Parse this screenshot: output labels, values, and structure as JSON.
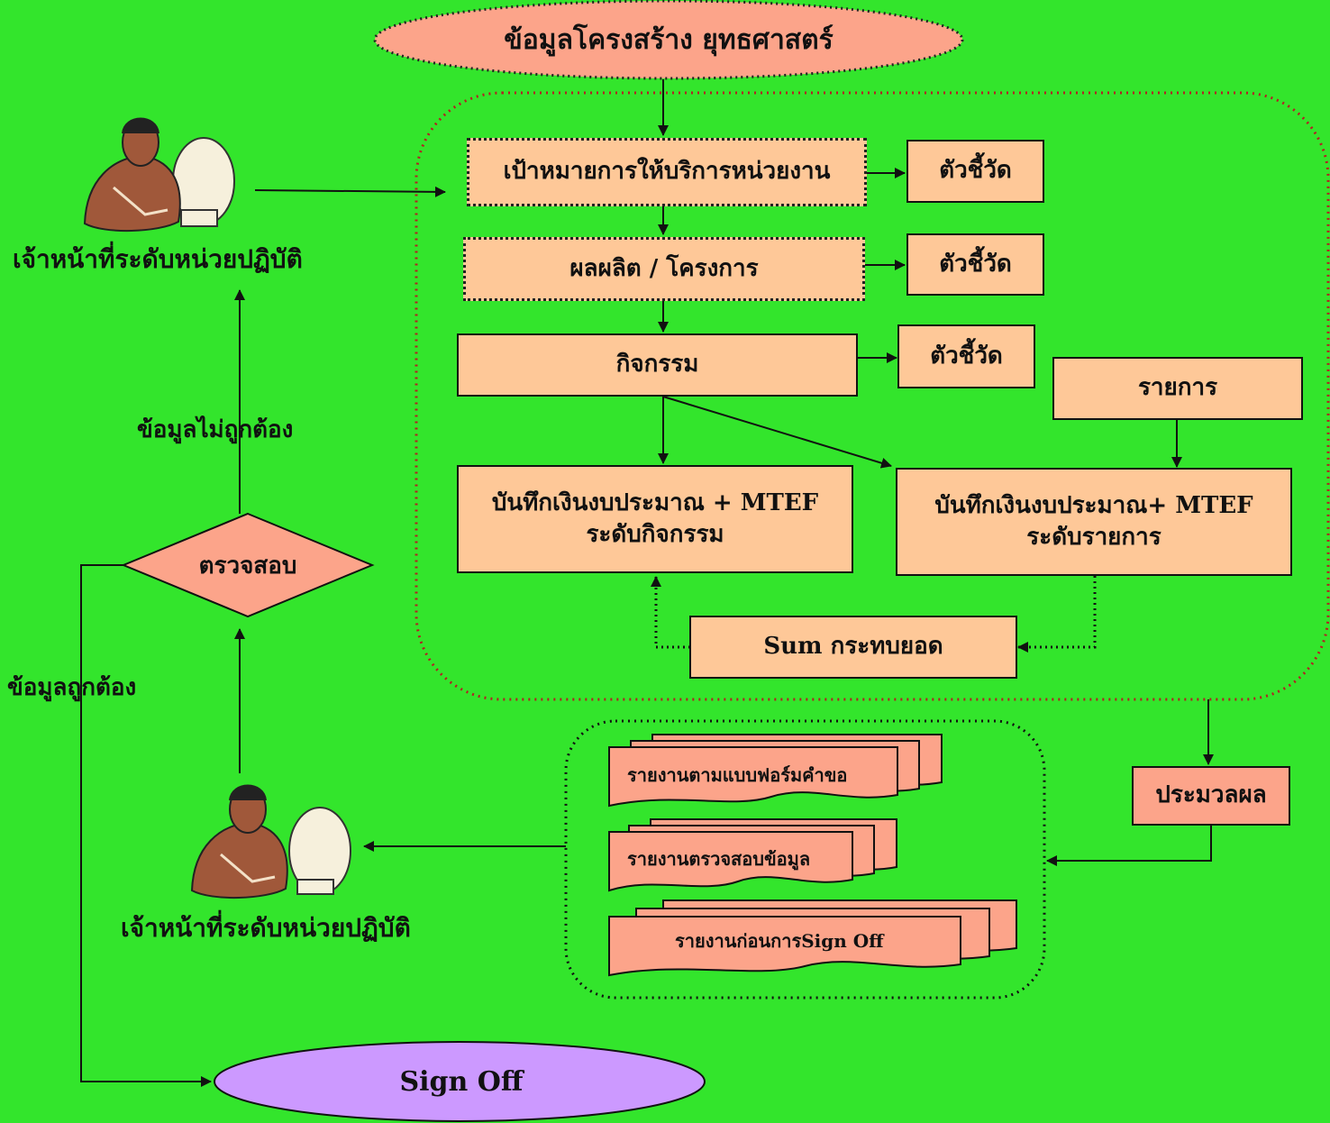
{
  "title": "ข้อมูลโครงสร้าง ยุทธศาสตร์",
  "actors": {
    "top_officer_label": "เจ้าหน้าที่ระดับหน่วยปฏิบัติ",
    "bottom_officer_label": "เจ้าหน้าที่ระดับหน่วยปฏิบัติ"
  },
  "nodes": {
    "service_goal": "เป้าหมายการให้บริการหน่วยงาน",
    "output_project": "ผลผลิต / โครงการ",
    "activity": "กิจกรรม",
    "indicator_1": "ตัวชี้วัด",
    "indicator_2": "ตัวชี้วัด",
    "indicator_3": "ตัวชี้วัด",
    "items": "รายการ",
    "budget_activity_line1": "บันทึกเงินงบประมาณ + MTEF",
    "budget_activity_line2": "ระดับกิจกรรม",
    "budget_items_line1": "บันทึกเงินงบประมาณ+ MTEF",
    "budget_items_line2": "ระดับรายการ",
    "sum": "Sum กระทบยอด",
    "process": "ประมวลผล",
    "check": "ตรวจสอบ",
    "sign_off": "Sign Off"
  },
  "edge_labels": {
    "incorrect": "ข้อมูลไม่ถูกต้อง",
    "correct": "ข้อมูลถูกต้อง"
  },
  "reports": [
    "รายงานตามแบบฟอร์มคำขอ",
    "รายงานตรวจสอบข้อมูล",
    "รายงานก่อนการSign Off"
  ],
  "colors": {
    "background": "#33e52c",
    "box_fill": "#fec898",
    "salmon_fill": "#fca48a",
    "sign_off_fill": "#cc99ff",
    "boundary_dotted": "#b22222"
  }
}
